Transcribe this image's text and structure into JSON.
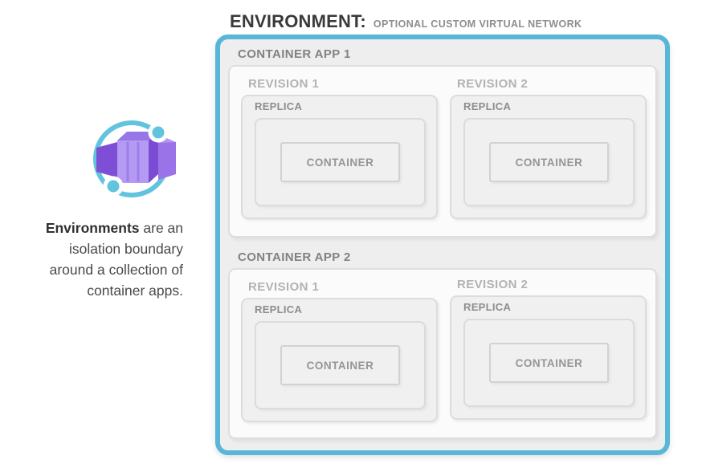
{
  "title": {
    "main": "ENVIRONMENT:",
    "subtitle": "OPTIONAL CUSTOM VIRTUAL NETWORK"
  },
  "description": {
    "line1_bold": "Environments",
    "line1_rest": " are an",
    "line2": "isolation boundary",
    "line3": "around a collection of",
    "line4": "container apps."
  },
  "icon": {
    "name": "azure-container-apps-icon"
  },
  "colors": {
    "environment_border": "#58b7d7",
    "environment_fill": "#eeeeee",
    "app_box_fill": "#fbfbfb",
    "box_border": "#dcdcdc",
    "icon_purple": "#8b5cf0",
    "icon_teal": "#62c3de",
    "title_text": "#3a3a3a",
    "muted_text": "#8d8d8d"
  },
  "environment": {
    "apps": [
      {
        "label": "CONTAINER APP 1",
        "revisions": [
          {
            "label": "REVISION 1",
            "replica": {
              "label": "REPLICA",
              "container": {
                "label": "CONTAINER"
              }
            }
          },
          {
            "label": "REVISION 2",
            "replica": {
              "label": "REPLICA",
              "container": {
                "label": "CONTAINER"
              }
            }
          }
        ]
      },
      {
        "label": "CONTAINER APP 2",
        "revisions": [
          {
            "label": "REVISION 1",
            "replica": {
              "label": "REPLICA",
              "container": {
                "label": "CONTAINER"
              }
            }
          },
          {
            "label": "REVISION 2",
            "replica": {
              "label": "REPLICA",
              "container": {
                "label": "CONTAINER"
              }
            }
          }
        ]
      }
    ]
  }
}
